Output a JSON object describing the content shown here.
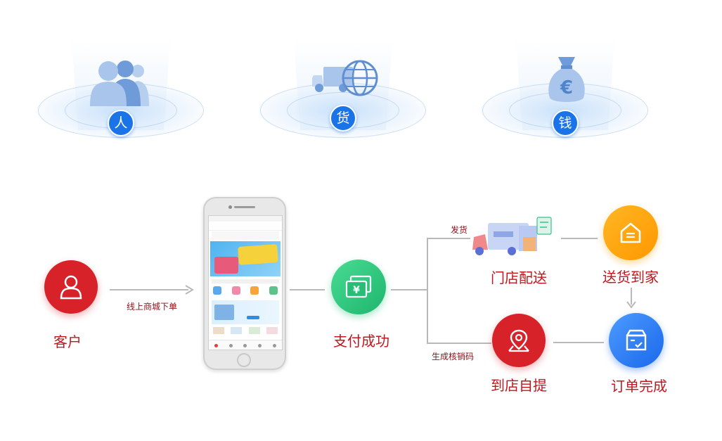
{
  "top": {
    "pillars": [
      {
        "badge": "人",
        "icon": "people-icon"
      },
      {
        "badge": "货",
        "icon": "truck-globe-icon"
      },
      {
        "badge": "钱",
        "icon": "money-bag-euro-icon"
      }
    ]
  },
  "flow": {
    "customer": {
      "label": "客户",
      "icon": "user-icon"
    },
    "online_order": "线上商城下单",
    "payment": {
      "label": "支付成功",
      "icon": "payment-yen-icon"
    },
    "ship_label": "发货",
    "store_delivery": {
      "label": "门店配送"
    },
    "home_delivery": {
      "label": "送货到家",
      "icon": "home-icon"
    },
    "verify_code": "生成核销码",
    "store_pickup": {
      "label": "到店自提",
      "icon": "map-pin-icon"
    },
    "order_complete": {
      "label": "订单完成",
      "icon": "box-check-icon"
    }
  },
  "colors": {
    "blue": "#1a74e8",
    "red": "#d8222a",
    "green": "#29c27a",
    "orange": "#ffa000",
    "label_red": "#c0171e"
  }
}
